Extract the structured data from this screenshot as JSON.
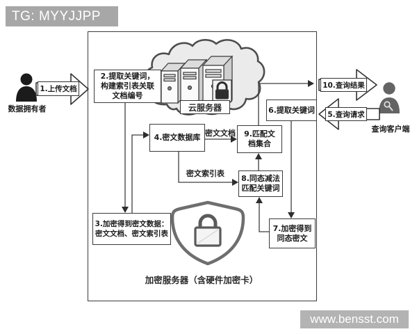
{
  "badges": {
    "tg": "TG: MYYJJPP",
    "watermark": "www.bensst.com"
  },
  "actors": {
    "data_owner": "数据拥有者",
    "query_client": "查询客户端"
  },
  "flow_arrows": {
    "upload": "1.上传文档",
    "query_result": "10.查询结果",
    "query_request": "5.查询请求"
  },
  "nodes": {
    "extract_build_index": "2.提取关键词，\n构建索引表关联\n文档编号",
    "encrypt_data": "3.加密得到密文数据：\n密文文档、密文索引表",
    "cipher_db": "4.密文数据库",
    "extract_keywords": "6.提取关键词",
    "homomorphic_cipher": "7.加密得到\n同态密文",
    "homomorphic_subtract": "8.同态减法\n匹配关键词",
    "matched_docs": "9.匹配文\n档集合"
  },
  "edge_labels": {
    "cipher_doc": "密文文档",
    "cipher_index": "密文索引表"
  },
  "containers": {
    "cloud_server": "云服务器",
    "crypto_server": "加密服务器（含硬件加密卡）"
  },
  "icons": {
    "cloud": "cloud-icon",
    "servers": "server-rack-icon",
    "cloud_lock": "lock-icon",
    "shield": "shield-lock-icon",
    "data_owner": "person-icon",
    "query_client": "person-search-icon"
  },
  "colors": {
    "badge_bg": "#a7a7a7",
    "watermark_bg": "#b3b3b3",
    "line": "#3d3d3d",
    "box_border": "#3a3a3a",
    "text": "#1c1c1c",
    "cloud_fill": "#ebebeb",
    "shield_stroke": "#6e6e6e"
  }
}
